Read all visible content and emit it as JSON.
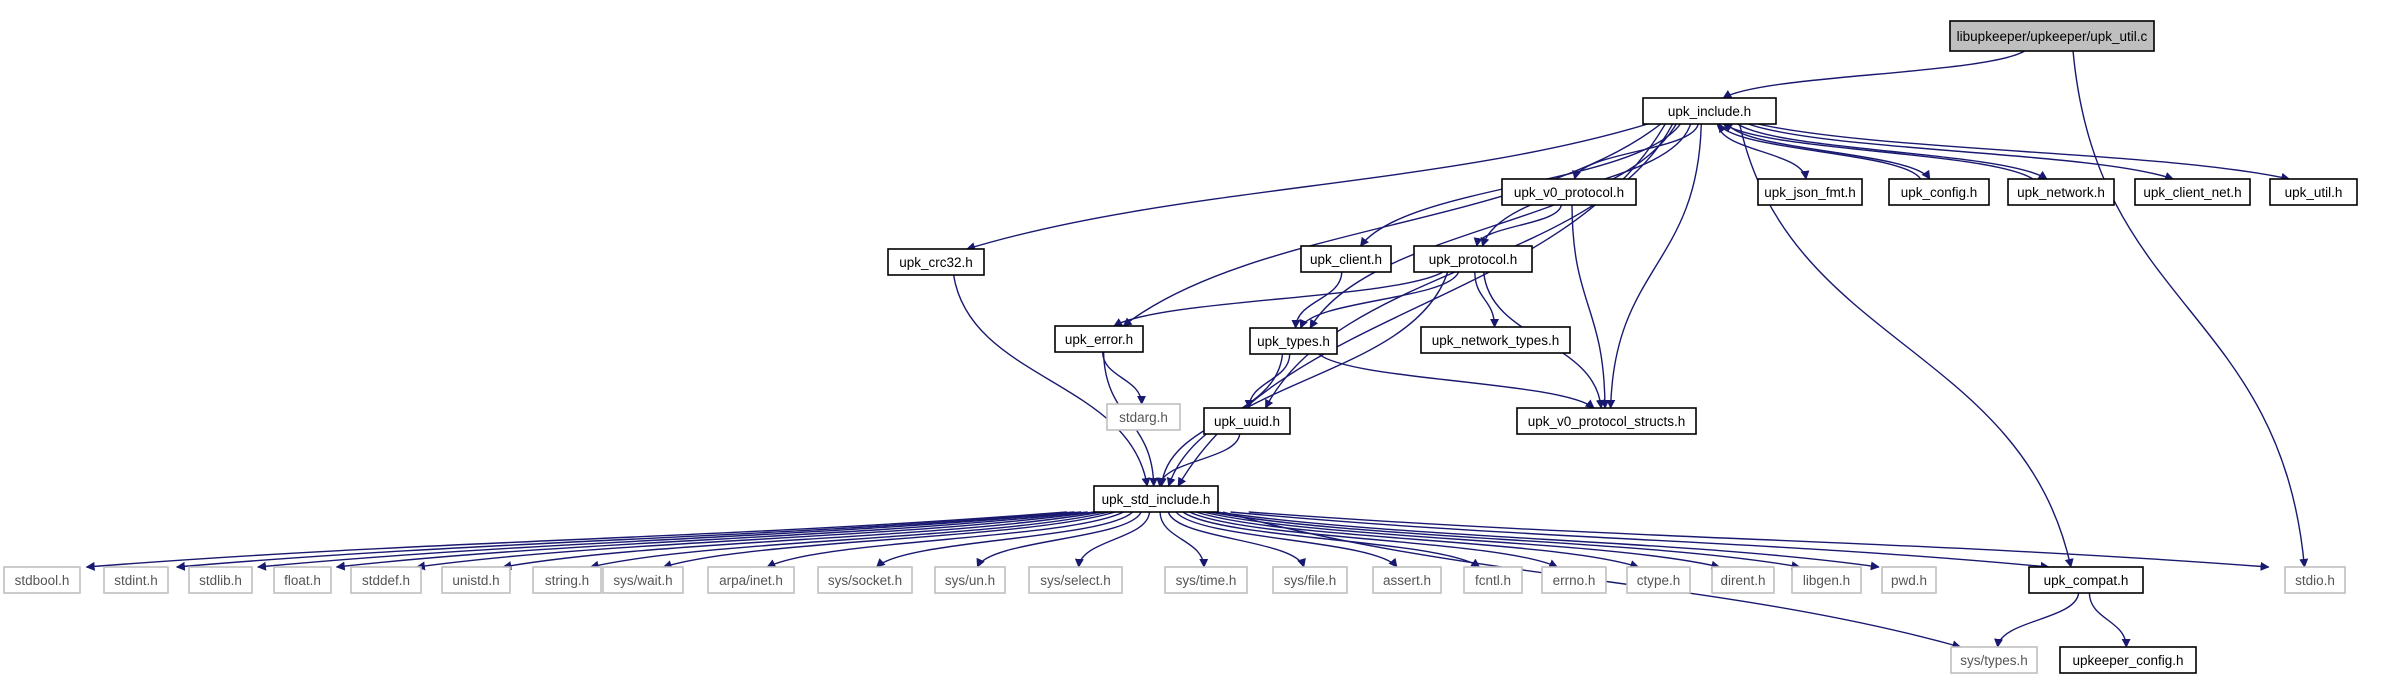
{
  "title": "",
  "colors": {
    "edge": "#191970",
    "root_fill": "#bfbfbf",
    "root_border": "#000000",
    "header_border": "#000000",
    "system_border": "#bfbfbf",
    "node_fill": "#ffffff"
  },
  "nodes": [
    {
      "id": "root",
      "label": "libupkeeper/upkeeper/upk_util.c",
      "kind": "root"
    },
    {
      "id": "inc",
      "label": "upk_include.h",
      "kind": "header"
    },
    {
      "id": "crc32",
      "label": "upk_crc32.h",
      "kind": "header"
    },
    {
      "id": "v0proto",
      "label": "upk_v0_protocol.h",
      "kind": "header"
    },
    {
      "id": "json",
      "label": "upk_json_fmt.h",
      "kind": "header"
    },
    {
      "id": "config",
      "label": "upk_config.h",
      "kind": "header"
    },
    {
      "id": "network",
      "label": "upk_network.h",
      "kind": "header"
    },
    {
      "id": "clientnet",
      "label": "upk_client_net.h",
      "kind": "header"
    },
    {
      "id": "util",
      "label": "upk_util.h",
      "kind": "header"
    },
    {
      "id": "client",
      "label": "upk_client.h",
      "kind": "header"
    },
    {
      "id": "proto",
      "label": "upk_protocol.h",
      "kind": "header"
    },
    {
      "id": "error",
      "label": "upk_error.h",
      "kind": "header"
    },
    {
      "id": "types",
      "label": "upk_types.h",
      "kind": "header"
    },
    {
      "id": "nettypes",
      "label": "upk_network_types.h",
      "kind": "header"
    },
    {
      "id": "stdarg",
      "label": "stdarg.h",
      "kind": "system"
    },
    {
      "id": "uuid",
      "label": "upk_uuid.h",
      "kind": "header"
    },
    {
      "id": "v0structs",
      "label": "upk_v0_protocol_structs.h",
      "kind": "header"
    },
    {
      "id": "stdinc",
      "label": "upk_std_include.h",
      "kind": "header"
    },
    {
      "id": "stdbool",
      "label": "stdbool.h",
      "kind": "system"
    },
    {
      "id": "stdint",
      "label": "stdint.h",
      "kind": "system"
    },
    {
      "id": "stdlib",
      "label": "stdlib.h",
      "kind": "system"
    },
    {
      "id": "float",
      "label": "float.h",
      "kind": "system"
    },
    {
      "id": "stddef",
      "label": "stddef.h",
      "kind": "system"
    },
    {
      "id": "unistd",
      "label": "unistd.h",
      "kind": "system"
    },
    {
      "id": "string",
      "label": "string.h",
      "kind": "system"
    },
    {
      "id": "syswait",
      "label": "sys/wait.h",
      "kind": "system"
    },
    {
      "id": "arpainet",
      "label": "arpa/inet.h",
      "kind": "system"
    },
    {
      "id": "syssocket",
      "label": "sys/socket.h",
      "kind": "system"
    },
    {
      "id": "sysun",
      "label": "sys/un.h",
      "kind": "system"
    },
    {
      "id": "sysselect",
      "label": "sys/select.h",
      "kind": "system"
    },
    {
      "id": "systime",
      "label": "sys/time.h",
      "kind": "system"
    },
    {
      "id": "sysfile",
      "label": "sys/file.h",
      "kind": "system"
    },
    {
      "id": "assert",
      "label": "assert.h",
      "kind": "system"
    },
    {
      "id": "fcntl",
      "label": "fcntl.h",
      "kind": "system"
    },
    {
      "id": "errno",
      "label": "errno.h",
      "kind": "system"
    },
    {
      "id": "ctype",
      "label": "ctype.h",
      "kind": "system"
    },
    {
      "id": "dirent",
      "label": "dirent.h",
      "kind": "system"
    },
    {
      "id": "libgen",
      "label": "libgen.h",
      "kind": "system"
    },
    {
      "id": "pwd",
      "label": "pwd.h",
      "kind": "system"
    },
    {
      "id": "compat",
      "label": "upk_compat.h",
      "kind": "header"
    },
    {
      "id": "stdio",
      "label": "stdio.h",
      "kind": "system"
    },
    {
      "id": "systypes",
      "label": "sys/types.h",
      "kind": "system"
    },
    {
      "id": "upkcfg",
      "label": "upkeeper_config.h",
      "kind": "header"
    }
  ],
  "edges": [
    [
      "root",
      "inc"
    ],
    [
      "root",
      "stdio"
    ],
    [
      "inc",
      "crc32"
    ],
    [
      "inc",
      "error"
    ],
    [
      "inc",
      "stdinc"
    ],
    [
      "inc",
      "uuid"
    ],
    [
      "inc",
      "types"
    ],
    [
      "inc",
      "client"
    ],
    [
      "inc",
      "proto"
    ],
    [
      "inc",
      "v0proto"
    ],
    [
      "inc",
      "v0structs"
    ],
    [
      "inc",
      "json"
    ],
    [
      "inc",
      "config"
    ],
    [
      "inc",
      "network"
    ],
    [
      "inc",
      "clientnet"
    ],
    [
      "inc",
      "util"
    ],
    [
      "inc",
      "compat"
    ],
    [
      "config",
      "inc"
    ],
    [
      "network",
      "inc"
    ],
    [
      "v0proto",
      "proto"
    ],
    [
      "v0proto",
      "v0structs"
    ],
    [
      "client",
      "types"
    ],
    [
      "proto",
      "error"
    ],
    [
      "proto",
      "types"
    ],
    [
      "proto",
      "nettypes"
    ],
    [
      "proto",
      "v0structs"
    ],
    [
      "proto",
      "stdinc"
    ],
    [
      "crc32",
      "stdinc"
    ],
    [
      "error",
      "stdarg"
    ],
    [
      "error",
      "stdinc"
    ],
    [
      "types",
      "uuid"
    ],
    [
      "types",
      "stdinc"
    ],
    [
      "types",
      "v0structs"
    ],
    [
      "uuid",
      "stdinc"
    ],
    [
      "stdinc",
      "stdbool"
    ],
    [
      "stdinc",
      "stdint"
    ],
    [
      "stdinc",
      "stdlib"
    ],
    [
      "stdinc",
      "float"
    ],
    [
      "stdinc",
      "stddef"
    ],
    [
      "stdinc",
      "unistd"
    ],
    [
      "stdinc",
      "string"
    ],
    [
      "stdinc",
      "syswait"
    ],
    [
      "stdinc",
      "arpainet"
    ],
    [
      "stdinc",
      "syssocket"
    ],
    [
      "stdinc",
      "sysun"
    ],
    [
      "stdinc",
      "sysselect"
    ],
    [
      "stdinc",
      "systime"
    ],
    [
      "stdinc",
      "sysfile"
    ],
    [
      "stdinc",
      "assert"
    ],
    [
      "stdinc",
      "fcntl"
    ],
    [
      "stdinc",
      "errno"
    ],
    [
      "stdinc",
      "ctype"
    ],
    [
      "stdinc",
      "dirent"
    ],
    [
      "stdinc",
      "libgen"
    ],
    [
      "stdinc",
      "pwd"
    ],
    [
      "stdinc",
      "compat"
    ],
    [
      "stdinc",
      "stdio"
    ],
    [
      "stdinc",
      "systypes"
    ],
    [
      "compat",
      "systypes"
    ],
    [
      "compat",
      "upkcfg"
    ]
  ]
}
